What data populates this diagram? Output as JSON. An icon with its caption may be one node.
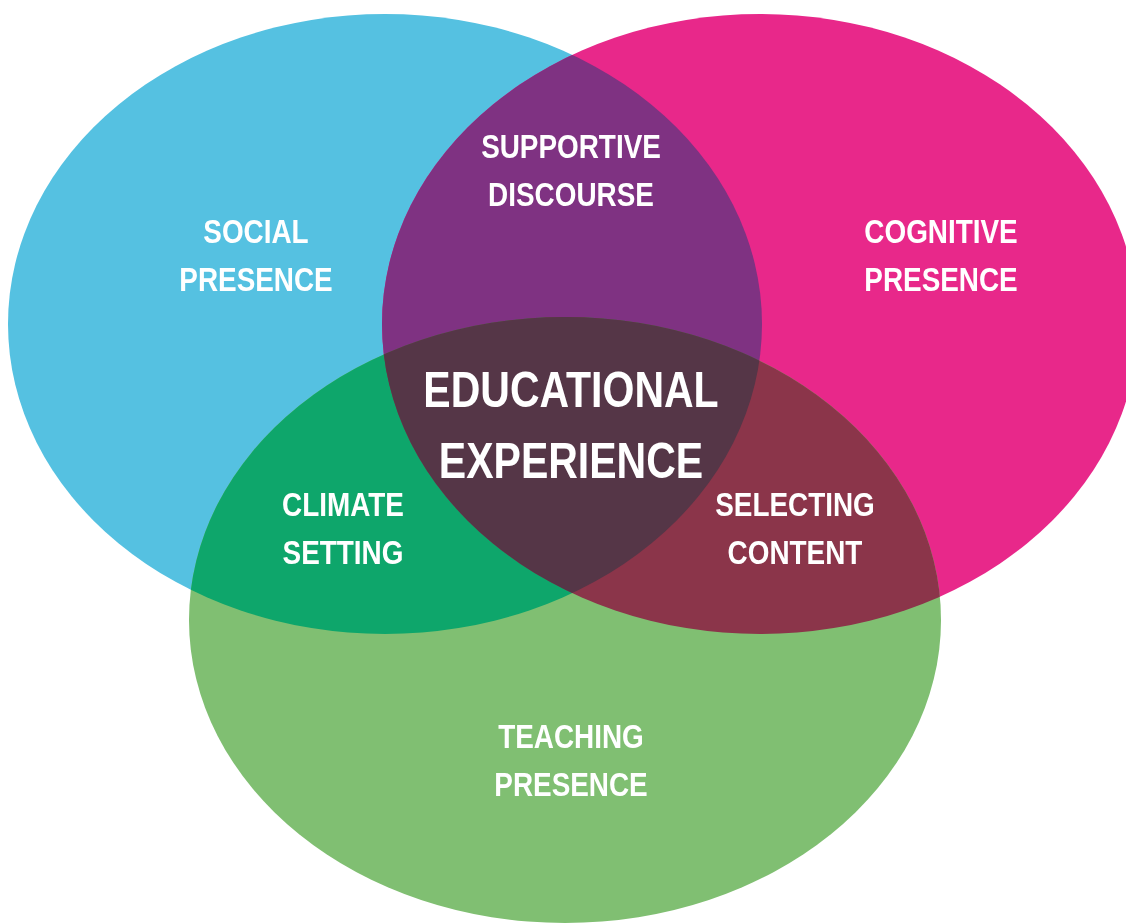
{
  "diagram": {
    "nodes": [
      {
        "text": [
          "SOCIAL PRESENCE"
        ]
      },
      {
        "text": [
          "COGNITIVE PRESENCE"
        ]
      },
      {
        "text": [
          "TEACHING PRESENCE"
        ]
      }
    ],
    "labels": [
      "SUPPORTIVE DISCOURSE",
      "EDUCATIONAL EXPERIENCE",
      "CLIMATE SETTING",
      "SELECTING CONTENT"
    ]
  }
}
